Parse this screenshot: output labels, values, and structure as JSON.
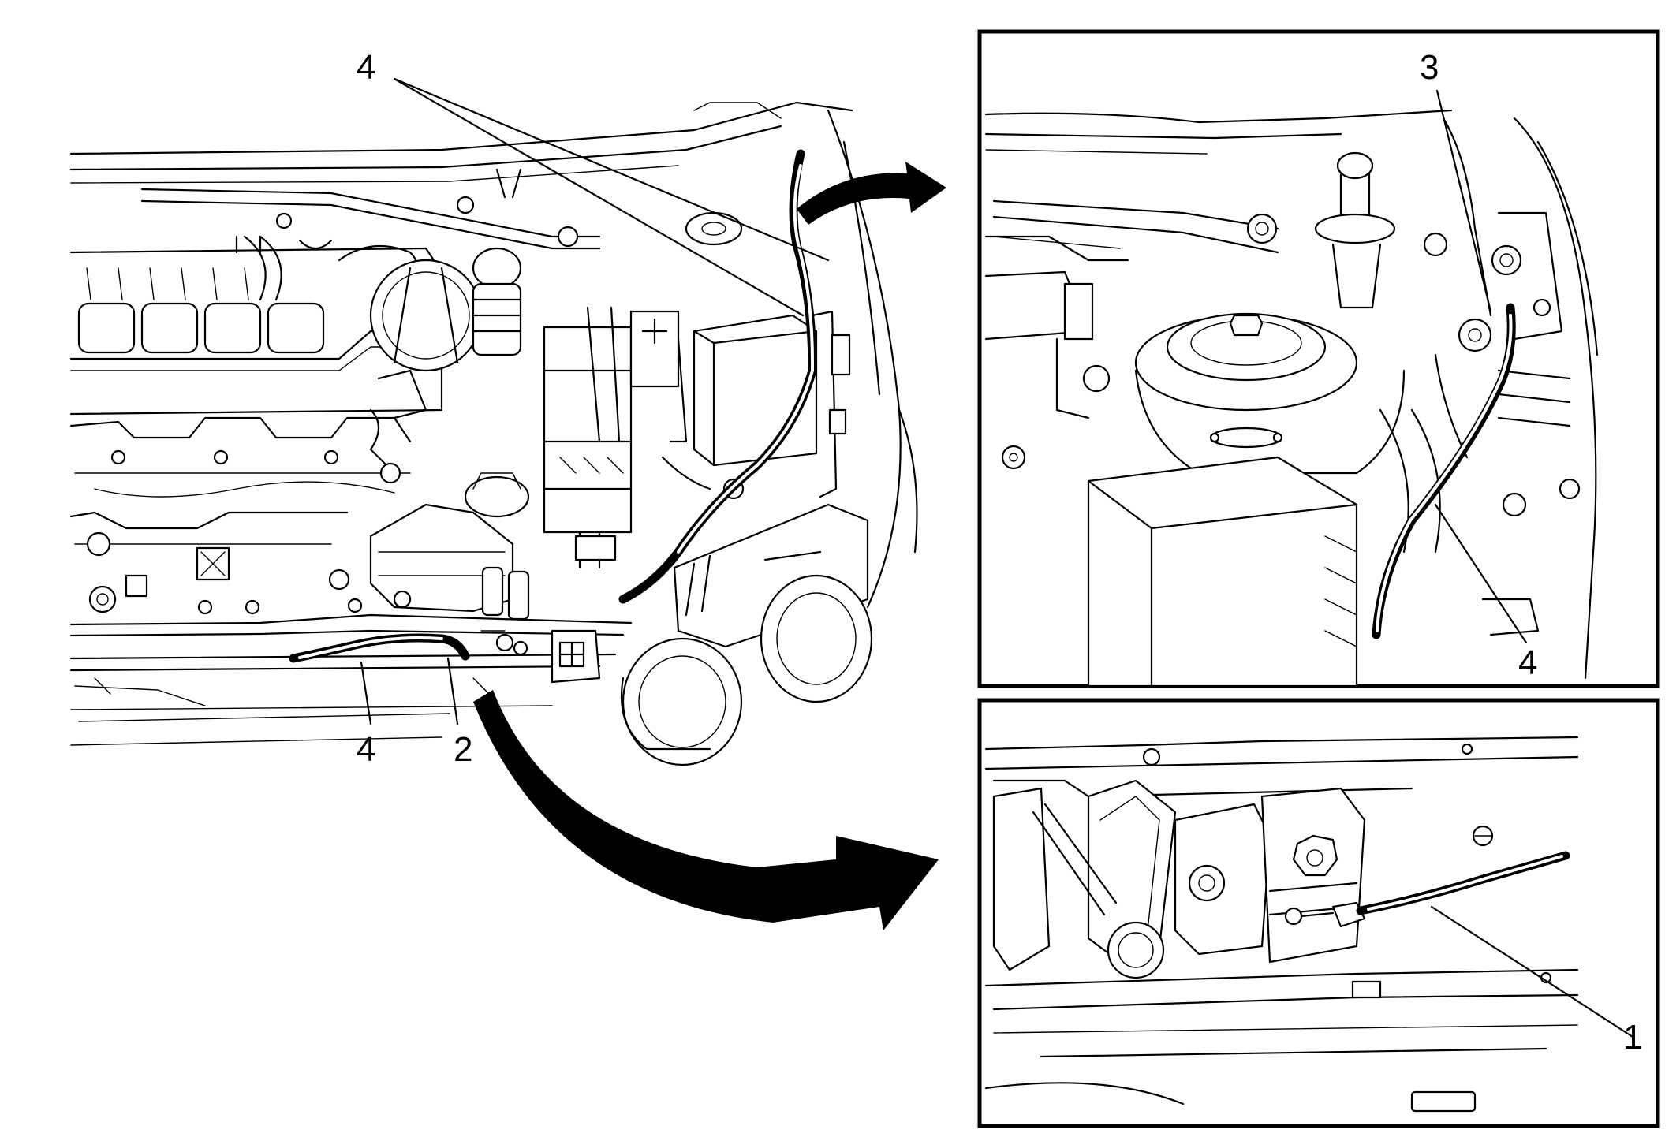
{
  "callouts": {
    "main_top_4": "4",
    "main_bottom_4": "4",
    "main_bottom_2": "2",
    "detail_top_3": "3",
    "detail_top_4": "4",
    "detail_bottom_1": "1"
  }
}
